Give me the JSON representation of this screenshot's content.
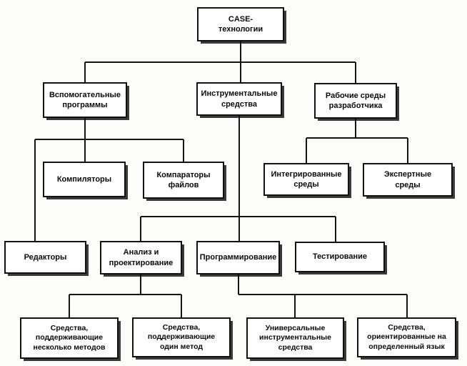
{
  "diagram": {
    "language": "ru",
    "topic": "CASE-технологии",
    "nodes": {
      "root": {
        "label": "CASE-\nтехнологии"
      },
      "aux": {
        "label": "Вспомогательные\nпрограммы"
      },
      "tools": {
        "label": "Инструментальные\nсредства"
      },
      "envs": {
        "label": "Рабочие среды\nразработчика"
      },
      "compilers": {
        "label": "Компиляторы"
      },
      "comparators": {
        "label": "Компараторы\nфайлов"
      },
      "integrated": {
        "label": "Интегрированные\nсреды"
      },
      "expert": {
        "label": "Экспертные\nсреды"
      },
      "editors": {
        "label": "Редакторы"
      },
      "analysis": {
        "label": "Анализ и\nпроектирование"
      },
      "programming": {
        "label": "Программирование"
      },
      "testing": {
        "label": "Тестирование"
      },
      "multi_method": {
        "label": "Средства,\nподдерживающие\nнесколько методов"
      },
      "one_method": {
        "label": "Средства,\nподдерживающие\nодин метод"
      },
      "universal": {
        "label": "Универсальные\nинструментальные\nсредства"
      },
      "language_oriented": {
        "label": "Средства,\nориентированные на\nопределенный язык"
      }
    },
    "edges": [
      {
        "from": "root",
        "to": "aux"
      },
      {
        "from": "root",
        "to": "tools"
      },
      {
        "from": "root",
        "to": "envs"
      },
      {
        "from": "aux",
        "to": "editors"
      },
      {
        "from": "aux",
        "to": "compilers"
      },
      {
        "from": "aux",
        "to": "comparators"
      },
      {
        "from": "tools",
        "to": "analysis"
      },
      {
        "from": "tools",
        "to": "programming"
      },
      {
        "from": "tools",
        "to": "testing"
      },
      {
        "from": "envs",
        "to": "integrated"
      },
      {
        "from": "envs",
        "to": "expert"
      },
      {
        "from": "analysis",
        "to": "multi_method"
      },
      {
        "from": "analysis",
        "to": "one_method"
      },
      {
        "from": "programming",
        "to": "universal"
      },
      {
        "from": "programming",
        "to": "language_oriented"
      }
    ],
    "colors": {
      "line": "#141414",
      "box_border": "#111111",
      "box_fill": "#ffffff",
      "shadow": "#0f0f0f"
    }
  }
}
